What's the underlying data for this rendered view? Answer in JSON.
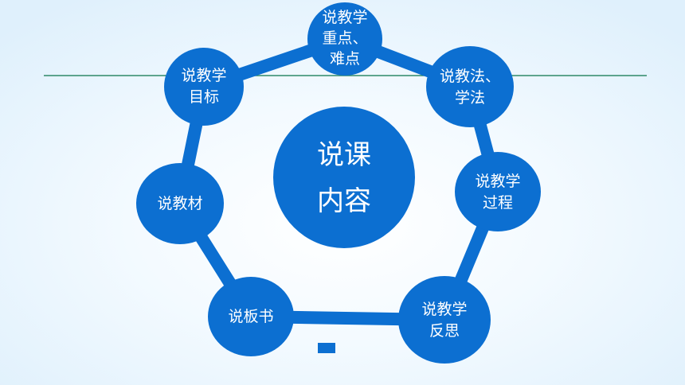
{
  "colors": {
    "node_fill": "#0c6fd1",
    "center_fill": "#0c6fd1",
    "ring_stroke": "#0c6fd1",
    "line_color": "#2f8a68",
    "text_color": "#ffffff"
  },
  "center": {
    "lines": [
      "说课",
      "内容"
    ]
  },
  "nodes": [
    {
      "id": "teaching-key-points",
      "lines": [
        "说教学",
        "重点、",
        "难点"
      ]
    },
    {
      "id": "teaching-methods",
      "lines": [
        "说教法、",
        "学法"
      ]
    },
    {
      "id": "teaching-process",
      "lines": [
        "说教学",
        "过程"
      ]
    },
    {
      "id": "teaching-reflection",
      "lines": [
        "说教学",
        "反思"
      ]
    },
    {
      "id": "blackboard",
      "lines": [
        "说板书"
      ]
    },
    {
      "id": "teaching-materials",
      "lines": [
        "说教材"
      ]
    },
    {
      "id": "teaching-goals",
      "lines": [
        "说教学",
        "目标"
      ]
    }
  ]
}
